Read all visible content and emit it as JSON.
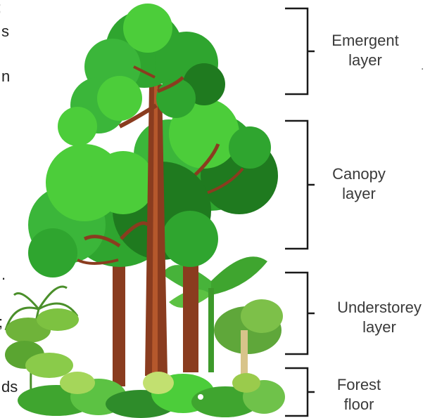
{
  "layers": [
    {
      "line1": "Emergent",
      "line2": "layer"
    },
    {
      "line1": "Canopy",
      "line2": "layer"
    },
    {
      "line1": "Understorey",
      "line2": "layer"
    },
    {
      "line1": "Forest",
      "line2": "floor"
    }
  ],
  "cropped_text": {
    "left": [
      ";",
      "s",
      "n",
      ".",
      ";",
      "ds"
    ],
    "right_top": "."
  },
  "colors": {
    "bracket": "#1a1a1a",
    "leaf_dark": "#1f7a1f",
    "leaf_mid": "#2fa52f",
    "leaf_light": "#4ccd3a",
    "trunk": "#8a3c1f",
    "trunk_light": "#b5582c"
  }
}
